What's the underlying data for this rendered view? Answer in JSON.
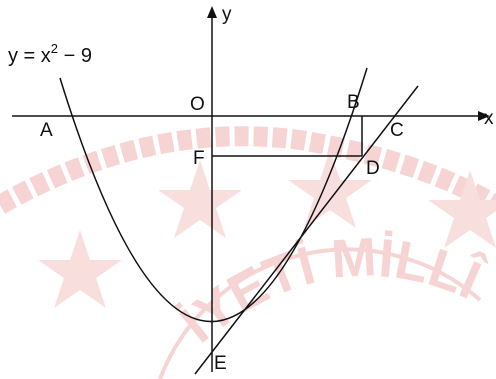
{
  "diagram": {
    "equation": {
      "lhs": "y = x",
      "exponent": "2",
      "rhs": " − 9"
    },
    "axis_labels": {
      "x": "x",
      "y": "y"
    },
    "points": {
      "A": "A",
      "B": "B",
      "C": "C",
      "D": "D",
      "E": "E",
      "F": "F",
      "O": "O"
    },
    "watermark_text": "İYETİ MİLLÎ"
  },
  "colors": {
    "ink": "#111111",
    "watermark": "#f7d4d4"
  }
}
